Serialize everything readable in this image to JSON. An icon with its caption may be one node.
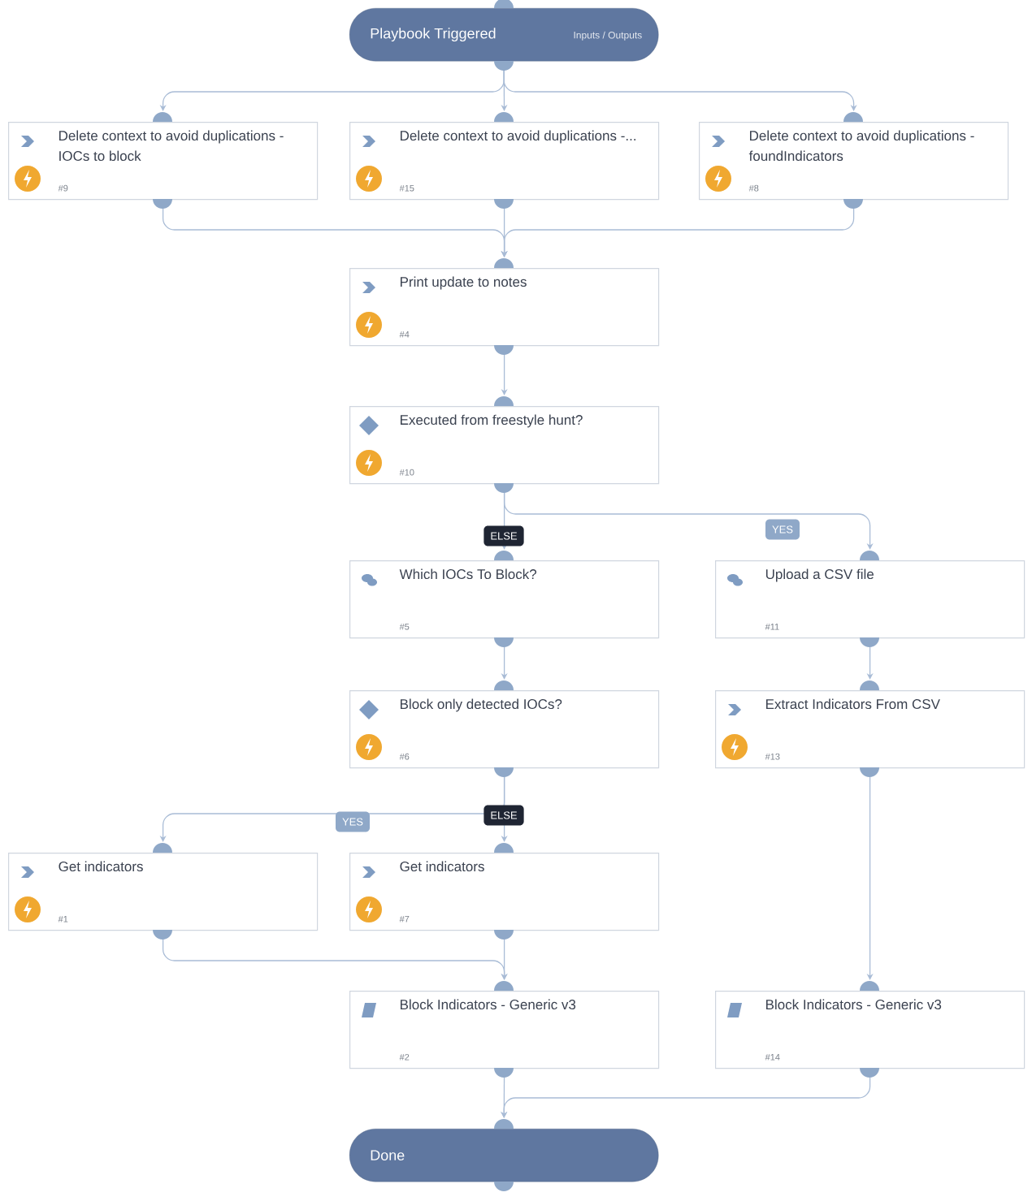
{
  "diagram": {
    "nodes": [
      {
        "text": [
          "Playbook Triggered",
          "Inputs / Outputs"
        ]
      },
      {
        "text": [
          "Delete context to avoid duplications - IOCs to block",
          "#9"
        ]
      },
      {
        "text": [
          "Delete context to avoid duplications -...",
          "#15"
        ]
      },
      {
        "text": [
          "Delete context to avoid duplications - foundIndicators",
          "#8"
        ]
      },
      {
        "text": [
          "Print update to notes",
          "#4"
        ]
      },
      {
        "text": [
          "Executed from freestyle hunt?",
          "#10"
        ]
      },
      {
        "text": [
          "Which IOCs To Block?",
          "#5"
        ]
      },
      {
        "text": [
          "Upload a CSV file",
          "#11"
        ]
      },
      {
        "text": [
          "Block only detected IOCs?",
          "#6"
        ]
      },
      {
        "text": [
          "Extract Indicators From CSV",
          "#13"
        ]
      },
      {
        "text": [
          "Get indicators",
          "#1"
        ]
      },
      {
        "text": [
          "Get indicators",
          "#7"
        ]
      },
      {
        "text": [
          "Block Indicators - Generic v3",
          "#2"
        ]
      },
      {
        "text": [
          "Block Indicators - Generic v3",
          "#14"
        ]
      },
      {
        "text": [
          "Done"
        ]
      }
    ],
    "edges": [
      {
        "from": 0,
        "to": 1,
        "arrow": "to"
      },
      {
        "from": 0,
        "to": 2,
        "arrow": "to"
      },
      {
        "from": 0,
        "to": 3,
        "arrow": "to"
      },
      {
        "from": 1,
        "to": 4,
        "arrow": "to"
      },
      {
        "from": 2,
        "to": 4,
        "arrow": "to"
      },
      {
        "from": 3,
        "to": 4,
        "arrow": "to"
      },
      {
        "from": 4,
        "to": 5,
        "arrow": "to"
      },
      {
        "from": 5,
        "to": 6,
        "label": "ELSE",
        "arrow": "to"
      },
      {
        "from": 5,
        "to": 7,
        "label": "YES",
        "arrow": "to"
      },
      {
        "from": 6,
        "to": 8,
        "arrow": "to"
      },
      {
        "from": 8,
        "to": 10,
        "label": "YES",
        "arrow": "to"
      },
      {
        "from": 8,
        "to": 11,
        "label": "ELSE",
        "arrow": "to"
      },
      {
        "from": 7,
        "to": 9,
        "arrow": "to"
      },
      {
        "from": 9,
        "to": 13,
        "arrow": "to"
      },
      {
        "from": 10,
        "to": 12,
        "arrow": "to"
      },
      {
        "from": 11,
        "to": 12,
        "arrow": "to"
      },
      {
        "from": 12,
        "to": 14,
        "arrow": "to"
      },
      {
        "from": 13,
        "to": 14,
        "arrow": "to"
      }
    ]
  }
}
